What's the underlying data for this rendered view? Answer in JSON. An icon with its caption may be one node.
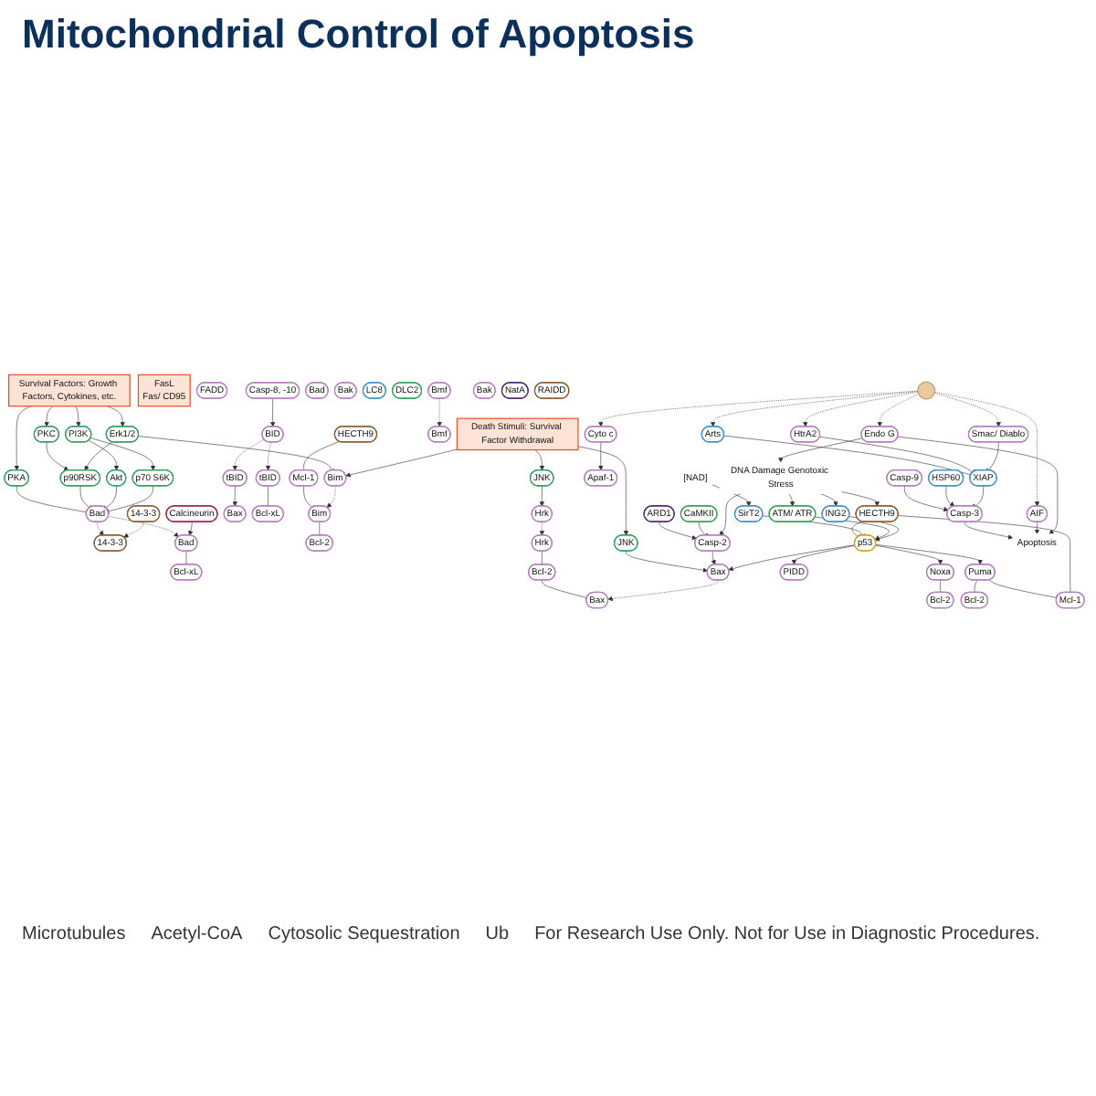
{
  "diagram": {
    "title": "Mitochondrial Control of Apoptosis",
    "nodes": [
      {
        "text": [
          "Survival Factors: Growth Factors, Cytokines, etc."
        ]
      },
      {
        "text": [
          "FasL",
          "Fas/ CD95"
        ]
      },
      {
        "text": [
          "Death Stimuli: Survival Factor Withdrawal"
        ]
      },
      {
        "text": [
          "FADD"
        ]
      },
      {
        "text": [
          "Casp-8, -10"
        ]
      },
      {
        "text": [
          "PKA"
        ]
      },
      {
        "text": [
          "PKC"
        ]
      },
      {
        "text": [
          "Erk1/2"
        ]
      },
      {
        "text": [
          "PI3K"
        ]
      },
      {
        "text": [
          "p90RSK"
        ]
      },
      {
        "text": [
          "Akt"
        ]
      },
      {
        "text": [
          "p70 S6K"
        ]
      },
      {
        "text": [
          "Bad"
        ]
      },
      {
        "text": [
          "14-3-3"
        ]
      },
      {
        "text": [
          "Calcineurin"
        ]
      },
      {
        "text": [
          "14-3-3"
        ]
      },
      {
        "text": [
          "Bad"
        ]
      },
      {
        "text": [
          "BID"
        ]
      },
      {
        "text": [
          "tBID"
        ]
      },
      {
        "text": [
          "tBID"
        ]
      },
      {
        "text": [
          "Bax"
        ]
      },
      {
        "text": [
          "Bak"
        ]
      },
      {
        "text": [
          "Bad"
        ]
      },
      {
        "text": [
          "Bcl-xL"
        ]
      },
      {
        "text": [
          "HECTH9"
        ]
      },
      {
        "text": [
          "Mcl-1"
        ]
      },
      {
        "text": [
          "Bcl-xL"
        ]
      },
      {
        "text": [
          "Bim"
        ]
      },
      {
        "text": [
          "LC8"
        ]
      },
      {
        "text": [
          "DLC2"
        ]
      },
      {
        "text": [
          "Bmf"
        ]
      },
      {
        "text": [
          "Bim"
        ]
      },
      {
        "text": [
          "Bcl-2"
        ]
      },
      {
        "text": [
          "Bmf"
        ]
      },
      {
        "text": [
          "JNK"
        ]
      },
      {
        "text": [
          "Hrk"
        ]
      },
      {
        "text": [
          "Hrk"
        ]
      },
      {
        "text": [
          "Bcl-2"
        ]
      },
      {
        "text": [
          "Bax"
        ]
      },
      {
        "text": [
          "Bak"
        ]
      },
      {
        "text": [
          "JNK"
        ]
      },
      {
        "text": [
          "Bax"
        ]
      },
      {
        "text": [
          "ARD1"
        ]
      },
      {
        "text": [
          "NatA"
        ]
      },
      {
        "text": [
          "CaMKII"
        ]
      },
      {
        "text": [
          "Casp-2"
        ]
      },
      {
        "text": [
          "RAIDD"
        ]
      },
      {
        "text": [
          "PIDD"
        ]
      },
      {
        "text": [
          "Bcl-2"
        ]
      },
      {
        "text": [
          "Noxa"
        ]
      },
      {
        "text": [
          "Bcl-2"
        ]
      },
      {
        "text": [
          "Puma"
        ]
      },
      {
        "text": [
          "Mcl-1"
        ]
      },
      {
        "text": [],
        "shape": "circle"
      },
      {
        "text": [
          "Apaf-1"
        ]
      },
      {
        "text": [
          "Casp-9"
        ]
      },
      {
        "text": [
          "Cyto c"
        ]
      },
      {
        "text": [
          "HSP60"
        ]
      },
      {
        "text": [
          "Casp-3"
        ]
      },
      {
        "text": [
          "Arts"
        ]
      },
      {
        "text": [
          "HtrA2"
        ]
      },
      {
        "text": [
          "XIAP"
        ]
      },
      {
        "text": [
          "Smac/ Diablo"
        ]
      },
      {
        "text": [
          "AIF"
        ]
      },
      {
        "text": [
          "Endo G"
        ]
      },
      {
        "text": [
          "HECTH9"
        ]
      },
      {
        "text": [
          "p53"
        ]
      },
      {
        "text": [
          "SirT2"
        ]
      },
      {
        "text": [
          "ATM/ ATR"
        ]
      },
      {
        "text": [
          "ING2"
        ]
      },
      {
        "text": [
          "Apoptosis"
        ]
      },
      {
        "text": [
          "DNA Damage Genotoxic Stress"
        ]
      },
      {
        "text": [
          "[NAD]"
        ]
      }
    ],
    "edges": [
      {
        "from": 0,
        "to": 5,
        "arrow": "to"
      },
      {
        "from": 0,
        "to": 6,
        "arrow": "to"
      },
      {
        "from": 0,
        "to": 7,
        "arrow": "to"
      },
      {
        "from": 0,
        "to": 8,
        "arrow": "to"
      },
      {
        "from": 6,
        "to": 9,
        "arrow": "to"
      },
      {
        "from": 7,
        "to": 9,
        "arrow": "to"
      },
      {
        "from": 8,
        "to": 10,
        "arrow": "to"
      },
      {
        "from": 8,
        "to": 11,
        "arrow": "to"
      },
      {
        "from": 5,
        "to": 12,
        "arrow": "other"
      },
      {
        "from": 9,
        "to": 12,
        "arrow": "other"
      },
      {
        "from": 10,
        "to": 12,
        "arrow": "other"
      },
      {
        "from": 11,
        "to": 12,
        "arrow": "other"
      },
      {
        "from": 7,
        "to": 27,
        "arrow": "other"
      },
      {
        "from": 12,
        "to": 15,
        "arrow": "to",
        "style": "dashed"
      },
      {
        "from": 13,
        "to": 15,
        "arrow": "to",
        "style": "dashed"
      },
      {
        "from": 12,
        "to": 22,
        "arrow": "to",
        "style": "dashed"
      },
      {
        "from": 14,
        "to": 22,
        "arrow": "to"
      },
      {
        "from": 4,
        "to": 17,
        "arrow": "to"
      },
      {
        "from": 17,
        "to": 18,
        "arrow": "to",
        "style": "dashed"
      },
      {
        "from": 17,
        "to": 19,
        "arrow": "to",
        "style": "dashed"
      },
      {
        "from": 19,
        "to": 20,
        "arrow": "to"
      },
      {
        "from": 18,
        "to": 26,
        "arrow": "other"
      },
      {
        "from": 24,
        "to": 25,
        "arrow": "other"
      },
      {
        "from": 25,
        "to": 31,
        "arrow": "other"
      },
      {
        "from": 22,
        "to": 23,
        "arrow": "other"
      },
      {
        "from": 2,
        "to": 27,
        "arrow": "to"
      },
      {
        "from": 2,
        "to": 34,
        "arrow": "to"
      },
      {
        "from": 2,
        "to": 40,
        "arrow": "to"
      },
      {
        "from": 27,
        "to": 31,
        "arrow": "to",
        "style": "dashed"
      },
      {
        "from": 30,
        "to": 33,
        "arrow": "to",
        "style": "dashed"
      },
      {
        "from": 31,
        "to": 32,
        "arrow": "other"
      },
      {
        "from": 34,
        "to": 35,
        "arrow": "to"
      },
      {
        "from": 35,
        "to": 36,
        "arrow": "to",
        "style": "dashed"
      },
      {
        "from": 36,
        "to": 37,
        "arrow": "other"
      },
      {
        "from": 37,
        "to": 38,
        "arrow": "other"
      },
      {
        "from": 41,
        "to": 38,
        "arrow": "to",
        "style": "dashed"
      },
      {
        "from": 40,
        "to": 41,
        "arrow": "to"
      },
      {
        "from": 42,
        "to": 45,
        "arrow": "to"
      },
      {
        "from": 44,
        "to": 45,
        "arrow": "other"
      },
      {
        "from": 45,
        "to": 41,
        "arrow": "to"
      },
      {
        "from": 66,
        "to": 41,
        "arrow": "to"
      },
      {
        "from": 66,
        "to": 47,
        "arrow": "to"
      },
      {
        "from": 71,
        "to": 45,
        "arrow": "to"
      },
      {
        "from": 49,
        "to": 48,
        "arrow": "other"
      },
      {
        "from": 66,
        "to": 49,
        "arrow": "to"
      },
      {
        "from": 66,
        "to": 51,
        "arrow": "to"
      },
      {
        "from": 51,
        "to": 50,
        "arrow": "other"
      },
      {
        "from": 51,
        "to": 52,
        "arrow": "other"
      },
      {
        "from": 65,
        "to": 52,
        "arrow": "other"
      },
      {
        "from": 65,
        "to": 66,
        "arrow": "other"
      },
      {
        "from": 67,
        "to": 66,
        "arrow": "other"
      },
      {
        "from": 72,
        "to": 67,
        "arrow": "to"
      },
      {
        "from": 68,
        "to": 66,
        "arrow": "to"
      },
      {
        "from": 69,
        "to": 66,
        "arrow": "to"
      },
      {
        "from": 71,
        "to": 68,
        "arrow": "to"
      },
      {
        "from": 71,
        "to": 69,
        "arrow": "to"
      },
      {
        "from": 71,
        "to": 65,
        "arrow": "to"
      },
      {
        "from": 64,
        "to": 71,
        "arrow": "to"
      },
      {
        "from": 53,
        "to": 56,
        "arrow": "to",
        "style": "dashed"
      },
      {
        "from": 53,
        "to": 59,
        "arrow": "to",
        "style": "dashed"
      },
      {
        "from": 53,
        "to": 60,
        "arrow": "to",
        "style": "dashed"
      },
      {
        "from": 53,
        "to": 62,
        "arrow": "to",
        "style": "dashed"
      },
      {
        "from": 53,
        "to": 63,
        "arrow": "to",
        "style": "dashed"
      },
      {
        "from": 53,
        "to": 64,
        "arrow": "to",
        "style": "dashed"
      },
      {
        "from": 56,
        "to": 54,
        "arrow": "to"
      },
      {
        "from": 55,
        "to": 58,
        "arrow": "to"
      },
      {
        "from": 57,
        "to": 58,
        "arrow": "to"
      },
      {
        "from": 61,
        "to": 58,
        "arrow": "other"
      },
      {
        "from": 59,
        "to": 61,
        "arrow": "other"
      },
      {
        "from": 60,
        "to": 61,
        "arrow": "other"
      },
      {
        "from": 62,
        "to": 61,
        "arrow": "other"
      },
      {
        "from": 58,
        "to": 70,
        "arrow": "to"
      },
      {
        "from": 63,
        "to": 70,
        "arrow": "to"
      },
      {
        "from": 64,
        "to": 70,
        "arrow": "to"
      }
    ],
    "labels": [
      "Microtubules",
      "Acetyl-CoA",
      "Cytosolic Sequestration",
      "Ub",
      "For Research Use Only. Not for Use in Diagnostic Procedures."
    ]
  }
}
